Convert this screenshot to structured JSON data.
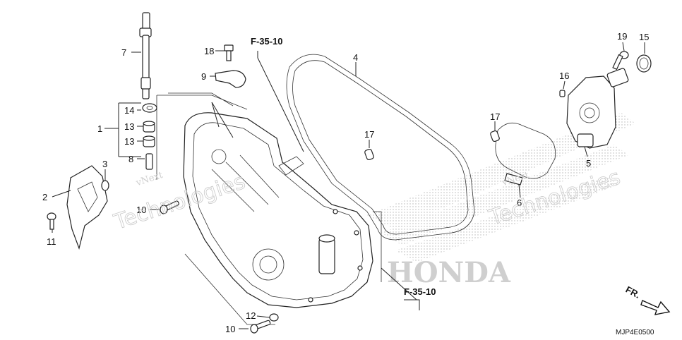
{
  "references": {
    "top": "F-35-10",
    "bottom": "F-35-10"
  },
  "callouts": [
    "1",
    "2",
    "3",
    "4",
    "5",
    "6",
    "7",
    "8",
    "9",
    "10",
    "10",
    "11",
    "12",
    "13",
    "13",
    "14",
    "15",
    "16",
    "17",
    "17",
    "18",
    "19"
  ],
  "watermarks": {
    "left": [
      "vNext",
      "Technologies"
    ],
    "right": [
      "vNext",
      "Technologies"
    ],
    "brand": "HONDA"
  },
  "direction_label": "FR.",
  "diagram_code": "MJP4E0500"
}
